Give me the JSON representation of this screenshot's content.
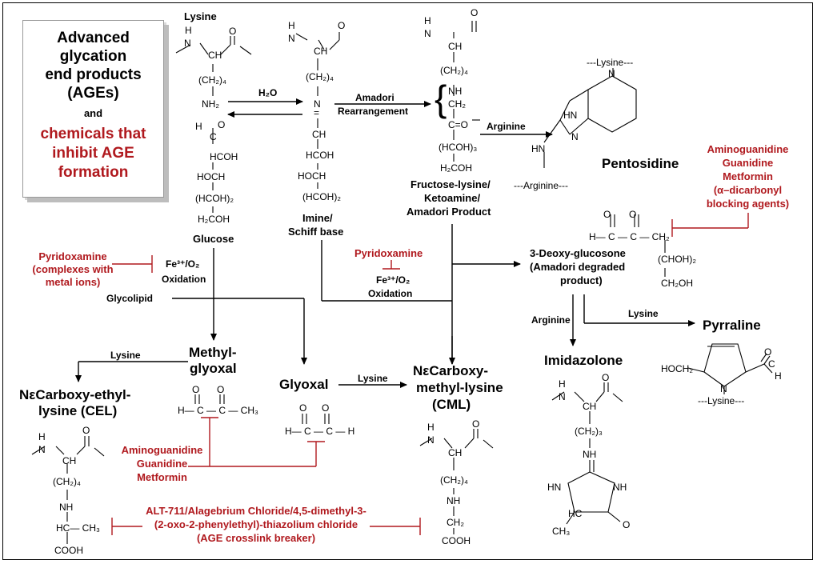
{
  "title": {
    "line1": "Advanced",
    "line2": "glycation",
    "line3": "end products",
    "line4": "(AGEs)",
    "line5": "and",
    "line6": "chemicals that",
    "line7": "inhibit AGE",
    "line8": "formation"
  },
  "compounds": {
    "lysine": "Lysine",
    "glucose": "Glucose",
    "imine1": "Imine/",
    "imine2": "Schiff base",
    "fructose1": "Fructose-lysine/",
    "fructose2": "Ketoamine/",
    "fructose3": "Amadori Product",
    "pentosidine": "Pentosidine",
    "deoxy1": "3-Deoxy-glucosone",
    "deoxy2": "(Amadori degraded",
    "deoxy3": "product)",
    "glycolipid": "Glycolipid",
    "methyl1": "Methyl-",
    "methyl2": "glyoxal",
    "glyoxal": "Glyoxal",
    "cel1": "NεCarboxy-ethyl-",
    "cel2": "lysine (CEL)",
    "cml1": "NεCarboxy-",
    "cml2": "methyl-lysine",
    "cml3": "(CML)",
    "imidazolone": "Imidazolone",
    "pyrraline": "Pyrraline"
  },
  "reagents": {
    "h2o": "H₂O",
    "amadori1": "Amadori",
    "amadori2": "Rearrangement",
    "arginine": "Arginine",
    "lysine": "Lysine",
    "fe": "Fe³⁺/O₂",
    "oxidation": "Oxidation"
  },
  "inhibitors": {
    "pyridox_left1": "Pyridoxamine",
    "pyridox_left2": "(complexes with",
    "pyridox_left3": "metal ions)",
    "pyridox_mid": "Pyridoxamine",
    "amino_right1": "Aminoguanidine",
    "amino_right2": "Guanidine",
    "amino_right3": "Metformin",
    "amino_right4": "(α–dicarbonyl",
    "amino_right5": "blocking agents)",
    "amino_low1": "Aminoguanidine",
    "amino_low2": "Guanidine",
    "amino_low3": "Metformin",
    "alt1": "ALT-711/Alagebrium Chloride/4,5-dimethyl-3-",
    "alt2": "(2-oxo-2-phenylethyl)-thiazolium chloride",
    "alt3": "(AGE crosslink breaker)"
  },
  "colors": {
    "inhibitor": "#b0191e",
    "text": "#000000"
  }
}
